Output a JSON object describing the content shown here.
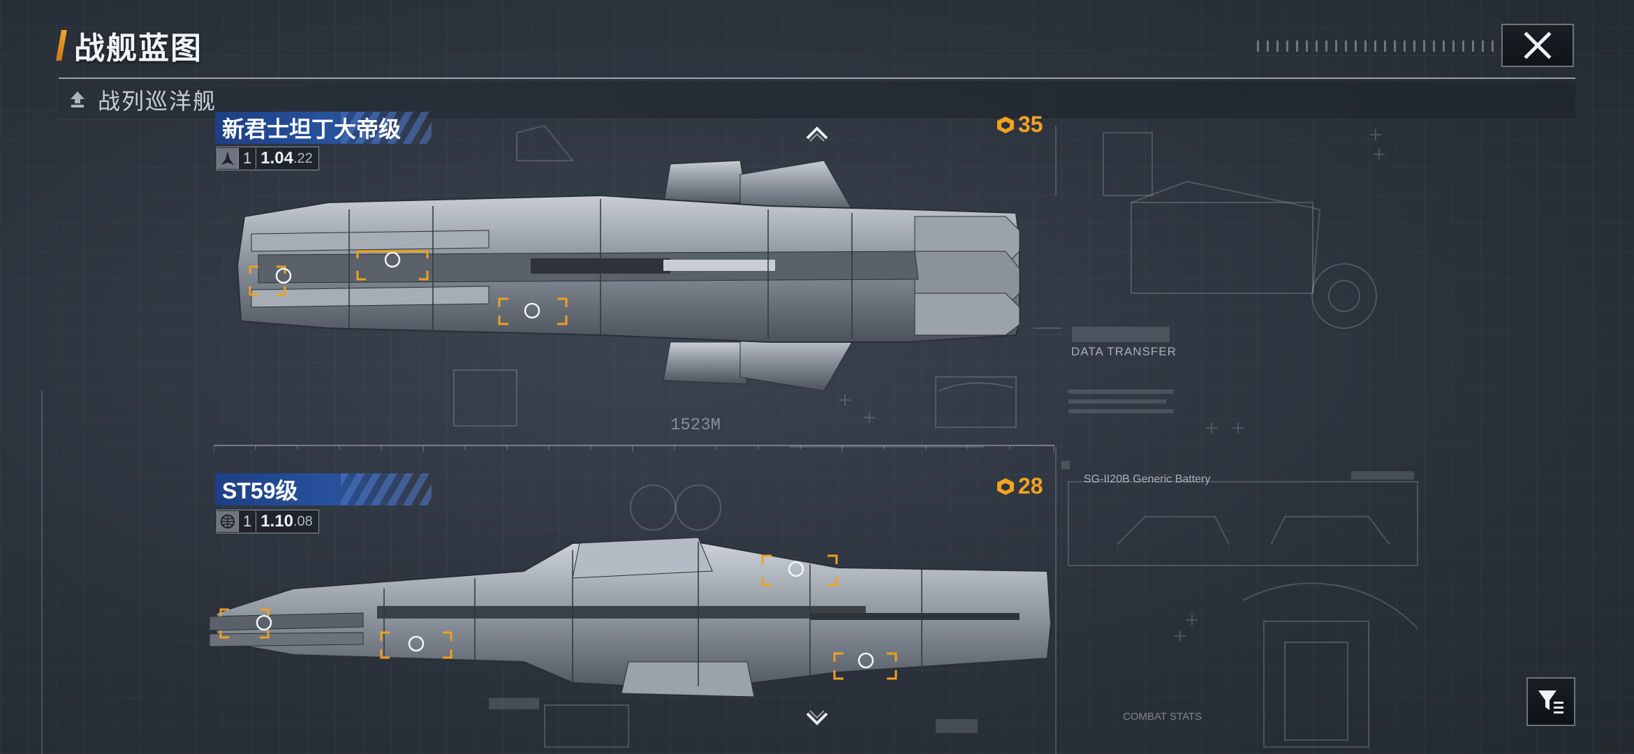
{
  "header": {
    "title": "战舰蓝图",
    "close_icon": "close-icon"
  },
  "category": {
    "label": "战列巡洋舰",
    "icon": "battlecruiser-rank-icon"
  },
  "ships": [
    {
      "name": "新君士坦丁大帝级",
      "stat_icon": "fighter-icon",
      "level": "1",
      "version_main": "1.04",
      "version_sub": ".22",
      "cost": "35",
      "length": "1523M"
    },
    {
      "name": "ST59级",
      "stat_icon": "globe-icon",
      "level": "1",
      "version_main": "1.10",
      "version_sub": ".08",
      "cost": "28"
    }
  ],
  "blueprint_labels": {
    "data_transfer": "DATA TRANSFER",
    "battery": "SG-II20B Generic Battery",
    "combat_stats": "COMBAT STATS"
  },
  "colors": {
    "accent": "#f3a21e",
    "name_bar": "#28529d",
    "hardpoint": "#f0a020"
  },
  "filter_icon": "filter-icon"
}
